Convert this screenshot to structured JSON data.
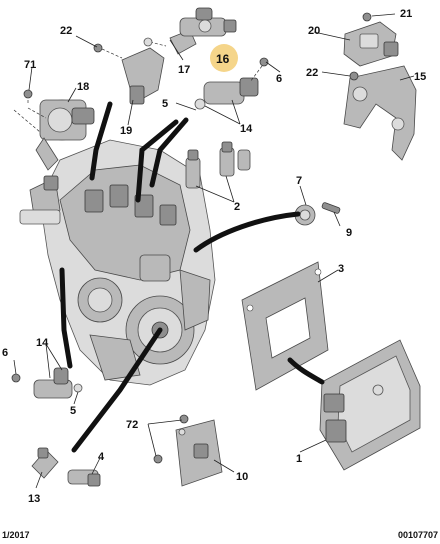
{
  "diagram": {
    "callouts": [
      "22",
      "16",
      "17",
      "6",
      "71",
      "18",
      "19",
      "5",
      "14",
      "20",
      "21",
      "22",
      "15",
      "7",
      "2",
      "9",
      "3",
      "14",
      "6",
      "5",
      "72",
      "4",
      "10",
      "1",
      "13"
    ],
    "highlighted_callout": "16",
    "highlight_color": "#f5d58a"
  },
  "footer": {
    "left": "1/2017",
    "right": "00107707"
  }
}
